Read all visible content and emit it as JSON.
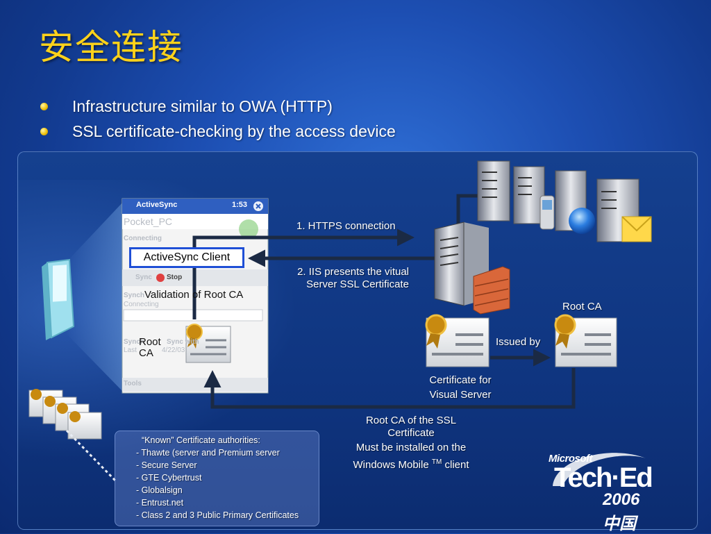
{
  "title": "安全连接",
  "bullets": [
    "Infrastructure similar to OWA (HTTP)",
    "SSL certificate-checking by the access device"
  ],
  "pocketpc": {
    "titlebar": "ActiveSync",
    "time": "1:53",
    "bg_pocket": "Pocket_PC",
    "bg_connecting": "Connecting",
    "bg_sync": "Sync",
    "bg_stop": "Stop",
    "bg_sync_label": "Synch",
    "bg_connecting2": "Connecting",
    "bg_sync_with": "Sync with",
    "bg_last": "Last",
    "bg_date": "4/22/03",
    "bg_tools": "Tools"
  },
  "labels": {
    "activesync_client": "ActiveSync Client",
    "validation": "Validation of Root CA",
    "root_ca_local_1": "Root",
    "root_ca_local_2": "CA",
    "https_connection": "1. HTTPS connection",
    "iis_presents_1": "2. IIS presents the vitual",
    "iis_presents_2": "Server SSL Certificate",
    "root_ca_right": "Root CA",
    "issued_by": "Issued by",
    "cert_for_1": "Certificate for",
    "cert_for_2": "Visual Server",
    "root_ssl_1": "Root CA of the SSL",
    "root_ssl_2": "Certificate",
    "root_ssl_3": "Must be installed on the",
    "root_ssl_4a": "Windows Mobile ",
    "root_ssl_tm": "TM",
    "root_ssl_4b": " client"
  },
  "known": {
    "heading": "“Known” Certificate authorities:",
    "items": [
      "- Thawte (server and Premium server",
      "- Secure Server",
      "- GTE Cybertrust",
      "- Globalsign",
      "- Entrust.net",
      "- Class 2 and 3 Public Primary Certificates"
    ]
  },
  "brand": {
    "microsoft": "Microsoft",
    "teched": "Tech·Ed",
    "year": "2006中国"
  },
  "colors": {
    "title": "#ffd21a",
    "arrow": "#1b2a44",
    "highlight_box": "#1f4fd6"
  }
}
